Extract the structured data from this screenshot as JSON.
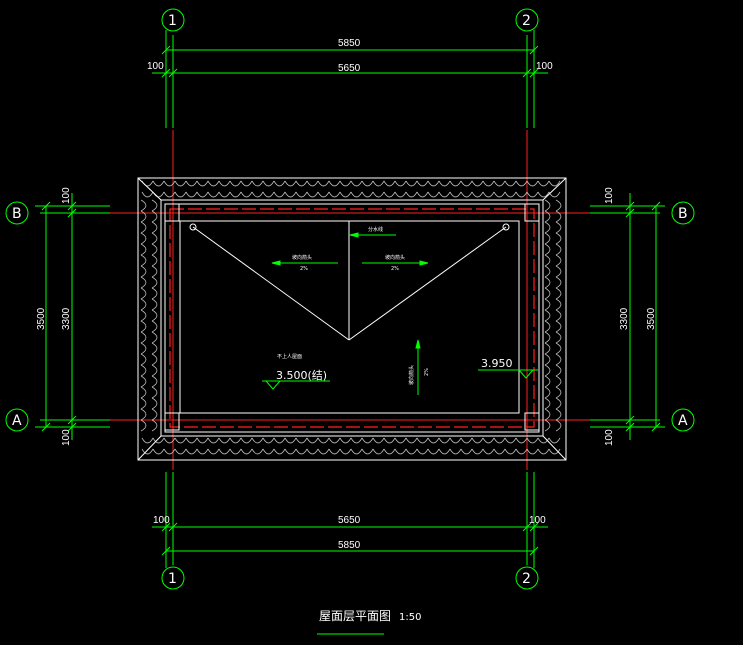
{
  "axes": {
    "col1": "1",
    "col2": "2",
    "rowA": "A",
    "rowB": "B"
  },
  "dims": {
    "top_total": "5850",
    "top_inner": "5650",
    "top_left_offset": "100",
    "top_right_offset": "100",
    "bottom_total": "5850",
    "bottom_inner": "5650",
    "bottom_left_offset": "100",
    "bottom_right_offset": "100",
    "left_total": "3500",
    "left_inner": "3300",
    "left_top_offset": "100",
    "left_bottom_offset": "100",
    "right_total": "3500",
    "right_inner": "3300",
    "right_top_offset": "100",
    "right_bottom_offset": "100"
  },
  "notes": {
    "ridge_label": "分水线",
    "slope_left_label": "坡向箭头",
    "slope_left_pct": "2%",
    "slope_right_label": "坡向箭头",
    "slope_right_pct": "2%",
    "slope_vertical_label": "坡向箭头",
    "slope_vertical_pct": "2%",
    "level_note": "不上人屋面",
    "level_low": "3.500(结)",
    "level_high": "3.950"
  },
  "title": {
    "name": "屋面层平面图",
    "scale": "1:50"
  },
  "colors": {
    "background": "#000000",
    "dimension": "#00ff00",
    "axis_bubble": "#00ff00",
    "gridline": "#ff0000",
    "outline": "#ffffff",
    "tiles": "#d0d0d0",
    "inner_wall": "#ff2020"
  }
}
